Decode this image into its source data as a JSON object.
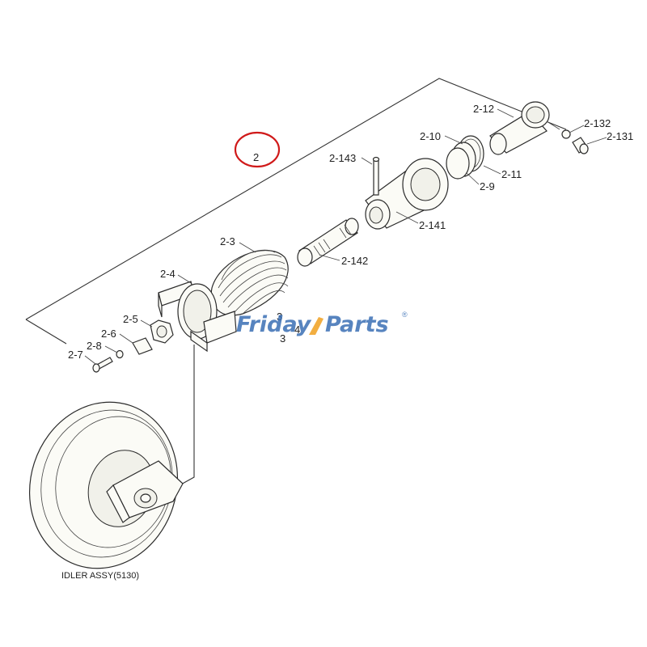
{
  "group_label": "2",
  "parts": {
    "p2_12": "2-12",
    "p2_132": "2-132",
    "p2_131": "2-131",
    "p2_10": "2-10",
    "p2_11": "2-11",
    "p2_9": "2-9",
    "p2_143": "2-143",
    "p2_141": "2-141",
    "p2_3": "2-3",
    "p2_142": "2-142",
    "p2_4": "2-4",
    "p2_5": "2-5",
    "p2_6": "2-6",
    "p2_8": "2-8",
    "p2_7": "2-7",
    "hidden_3": "3",
    "hidden_4": "4"
  },
  "idler_caption": "IDLER ASSY(5130)",
  "watermark": {
    "brand_a": "Friday",
    "brand_b": "Parts",
    "mark": "®"
  },
  "colors": {
    "highlight_circle": "#d01a1a",
    "watermark_blue": "#3a6fb5",
    "watermark_orange": "#f0a020"
  }
}
